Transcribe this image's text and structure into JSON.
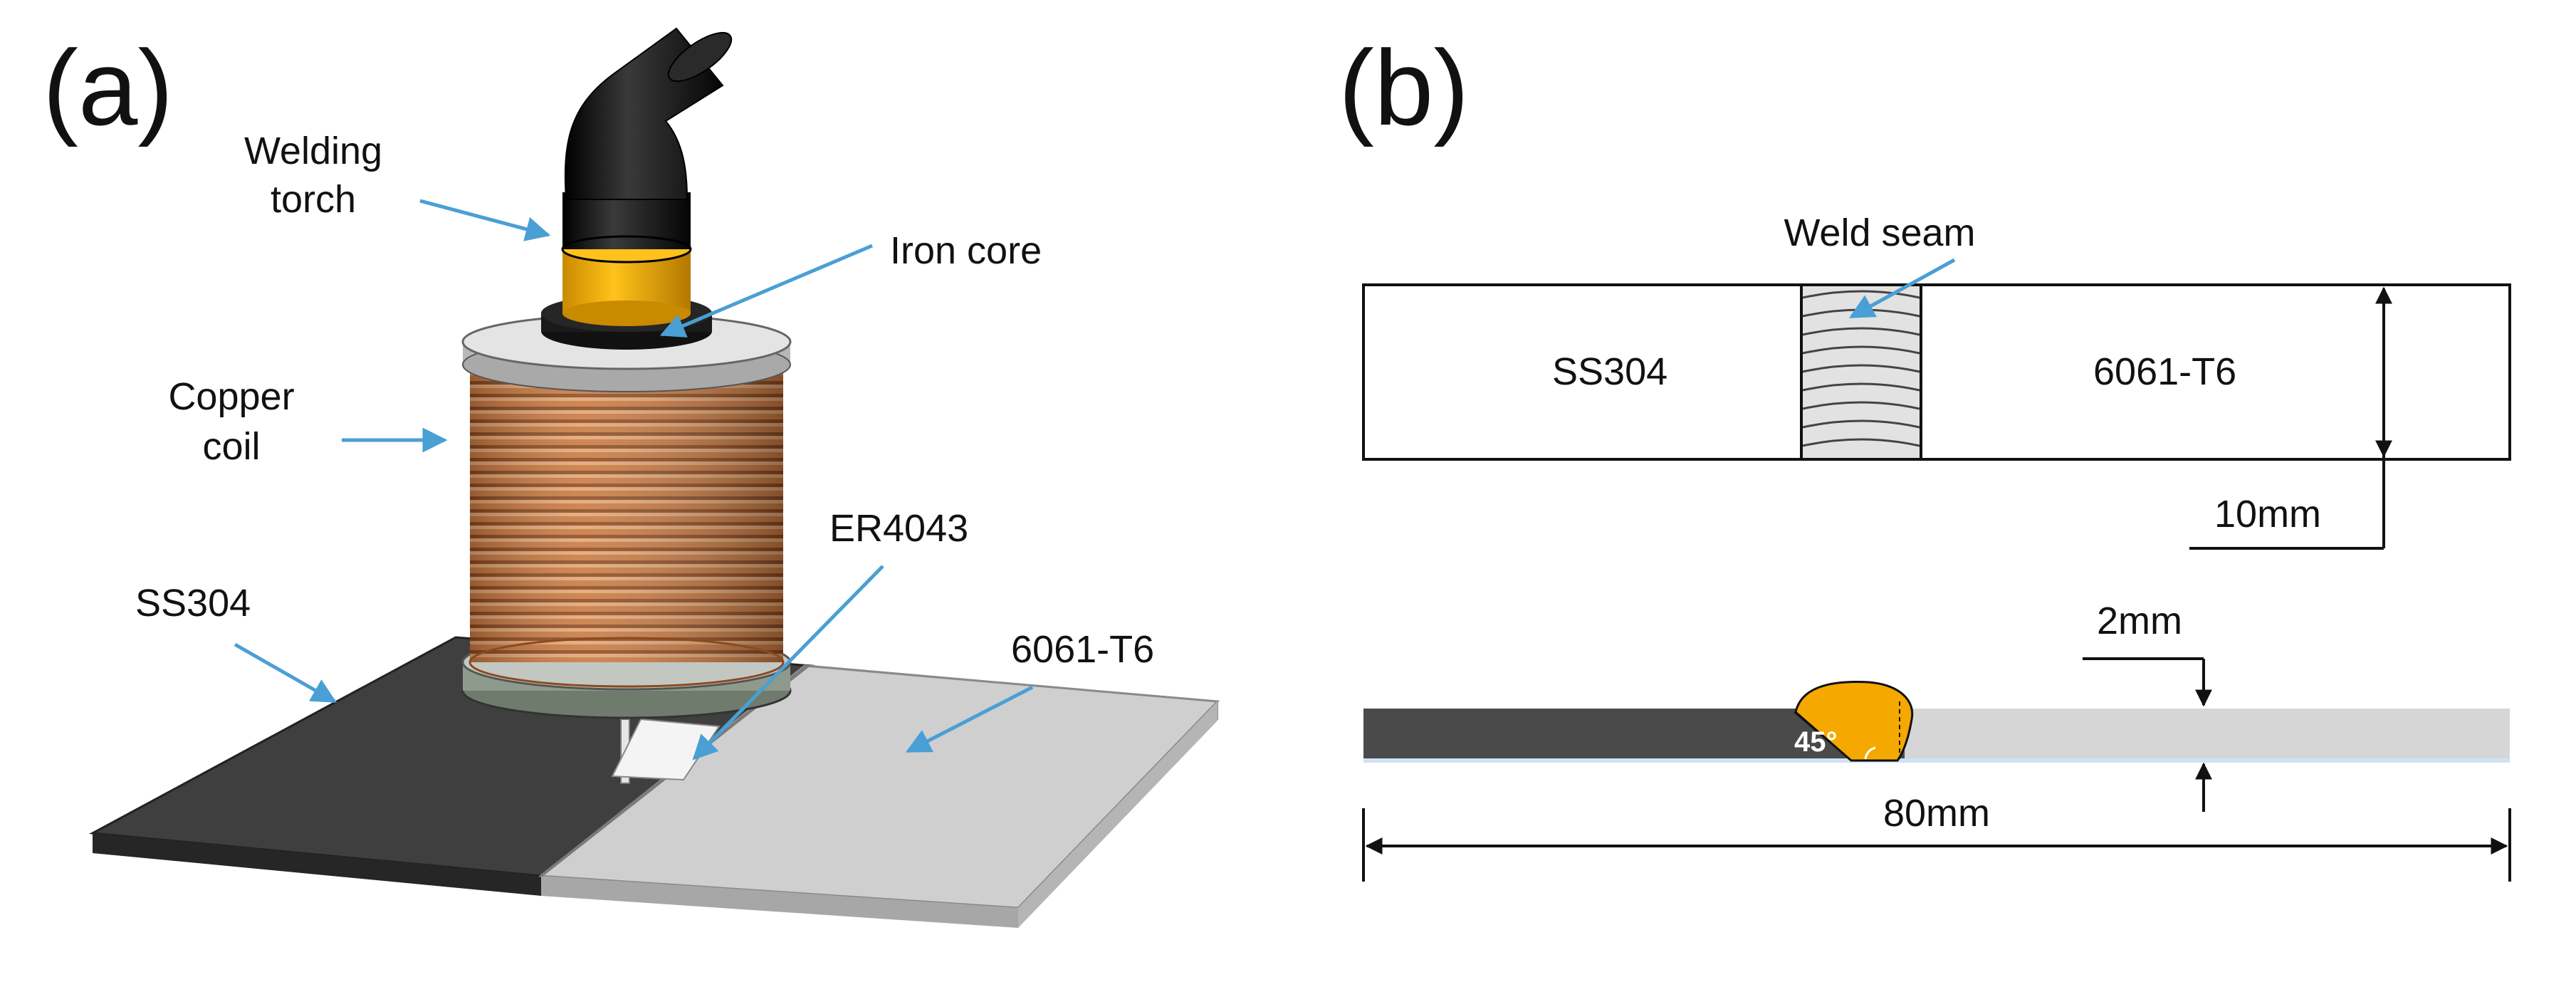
{
  "panel_a": {
    "label": "(a)",
    "callouts": {
      "welding_torch": [
        "Welding",
        "torch"
      ],
      "iron_core": "Iron core",
      "copper_coil": [
        "Copper",
        "coil"
      ],
      "er4043": "ER4043",
      "ss304": "SS304",
      "al6061": "6061-T6"
    }
  },
  "panel_b": {
    "label": "(b)",
    "weld_seam": "Weld seam",
    "left_material": "SS304",
    "right_material": "6061-T6",
    "width_dim": "10mm",
    "thickness_dim": "2mm",
    "bevel_angle": "45°",
    "length_dim": "80mm"
  },
  "colors": {
    "arrow": "#4a9fd5",
    "steel_plate": "#3f3f3f",
    "aluminum_plate": "#cfcfcf",
    "copper": "#c8783f",
    "torch_yellow": "#f2a900",
    "torch_black": "#1a1a1a",
    "weld_fill": "#f5a800"
  }
}
